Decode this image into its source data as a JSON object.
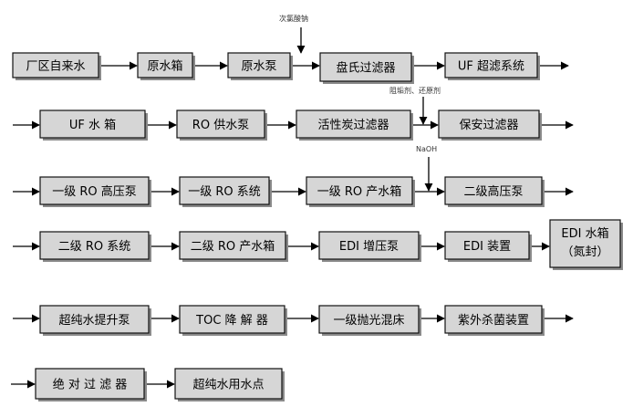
{
  "nodes": {
    "plant_tap_water": "厂区自来水",
    "raw_water_tank": "原水箱",
    "raw_water_pump": "原水泵",
    "disc_filter": "盘氏过滤器",
    "uf_ultrafiltration_system": "UF 超滤系统",
    "uf_water_tank": "UF  水  箱",
    "ro_feed_pump": "RO 供水泵",
    "activated_carbon_filter": "活性炭过滤器",
    "security_filter": "保安过滤器",
    "stage1_ro_hp_pump": "一级 RO 高压泵",
    "stage1_ro_system": "一级 RO 系统",
    "stage1_ro_product_tank": "一级 RO 产水箱",
    "stage2_hp_pump": "二级高压泵",
    "stage2_ro_system": "二级 RO 系统",
    "stage2_ro_product_tank": "二级 RO 产水箱",
    "edi_booster_pump": "EDI 增压泵",
    "edi_unit": "EDI 装置",
    "edi_water_tank": "EDI 水箱",
    "edi_water_tank_note": "（氮封）",
    "ultrapure_lift_pump": "超纯水提升泵",
    "toc_degrader": "TOC 降 解 器",
    "stage1_polishing_bed": "一级抛光混床",
    "uv_sterilizer": "紫外杀菌装置",
    "absolute_filter": "绝 对 过 滤 器",
    "ultrapure_use_point": "超纯水用水点"
  },
  "dosing": {
    "sodium_hypochlorite": "次氯酸钠",
    "antiscalant_reductant": "阻垢剂、还原剂",
    "naoh": "NaOH"
  }
}
